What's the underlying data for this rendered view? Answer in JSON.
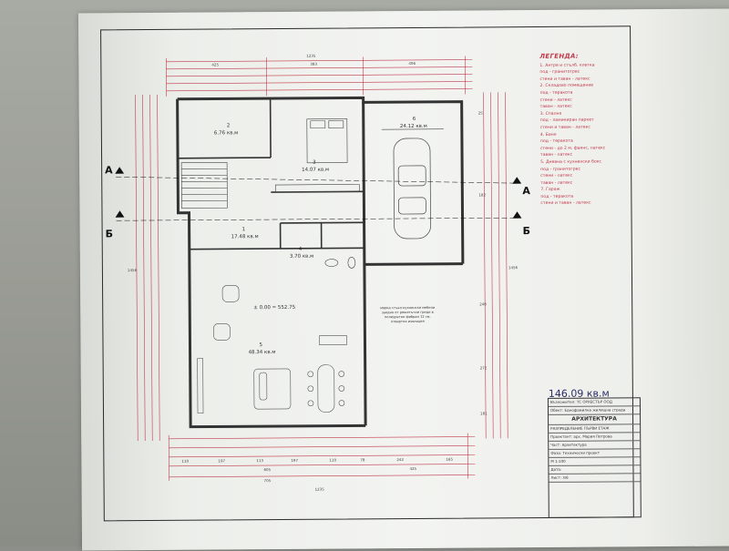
{
  "legend": {
    "title": "ЛЕГЕНДА:",
    "lines": [
      "1. Антре и стълб. клетка",
      "под - гранитогрес",
      "стени и таван - латекс",
      "2. Складово помещение",
      "под - теракота",
      "стени - латекс",
      "таван - латекс",
      "3. Спалня",
      "под - ламиниран паркет",
      "стени и таван - латекс",
      "4. Баня",
      "под - теракота",
      "стени - до 2 м. фаянс, латекс",
      "таван - латекс",
      "5. Дневна с кухненски бокс",
      "под - гранитогрес",
      "стени - латекс",
      "таван - латекс",
      "7. Гараж",
      "под - теракота",
      "стени и таван - латекс"
    ]
  },
  "rooms": [
    {
      "num": "2",
      "area": "6.76 кв.м"
    },
    {
      "num": "3",
      "area": "14.07 кв.м"
    },
    {
      "num": "6",
      "area": "24.12 кв.м"
    },
    {
      "num": "1",
      "area": "17.48 кв.м"
    },
    {
      "num": "4",
      "area": "3.70 кв.м"
    },
    {
      "num": "5",
      "area": "48.34 кв.м"
    }
  ],
  "level_mark": "± 0.00 = 552.75",
  "total_area": "146.09 кв.м",
  "sections": {
    "a": "А",
    "b": "Б"
  },
  "dims": {
    "top_total": "1235",
    "top_segments": [
      "425",
      "383",
      "406"
    ],
    "bottom_segments": [
      "110",
      "197",
      "113",
      "197",
      "110",
      "78",
      "242",
      "165"
    ],
    "bottom_totals": [
      "605",
      "425",
      "705"
    ],
    "bottom_total": "1235",
    "left_total": "1456",
    "right_total": "1456",
    "right_segments": [
      "25",
      "182",
      "248",
      "272",
      "181"
    ]
  },
  "note": "мярка стъкл-кухненски мебели заедно от решетъчни греди в полиуретан фибран 12 см. отвертна изолация",
  "title_block": {
    "header": "АРХИТЕКТУРА",
    "sub": "РАЗПРЕДЕЛЕНИЕ ПЪРВИ ЕТАЖ",
    "rows": [
      "Възложител: ТС ОРХЕСТЪР ООД",
      "Обект: Еднофамилна жилищна сграда",
      "Проектант: арх. Мария Петрова",
      "Част: Архитектура",
      "Фаза: Технически проект",
      "М 1:100",
      "Дата:",
      "Лист: 3/6"
    ]
  }
}
